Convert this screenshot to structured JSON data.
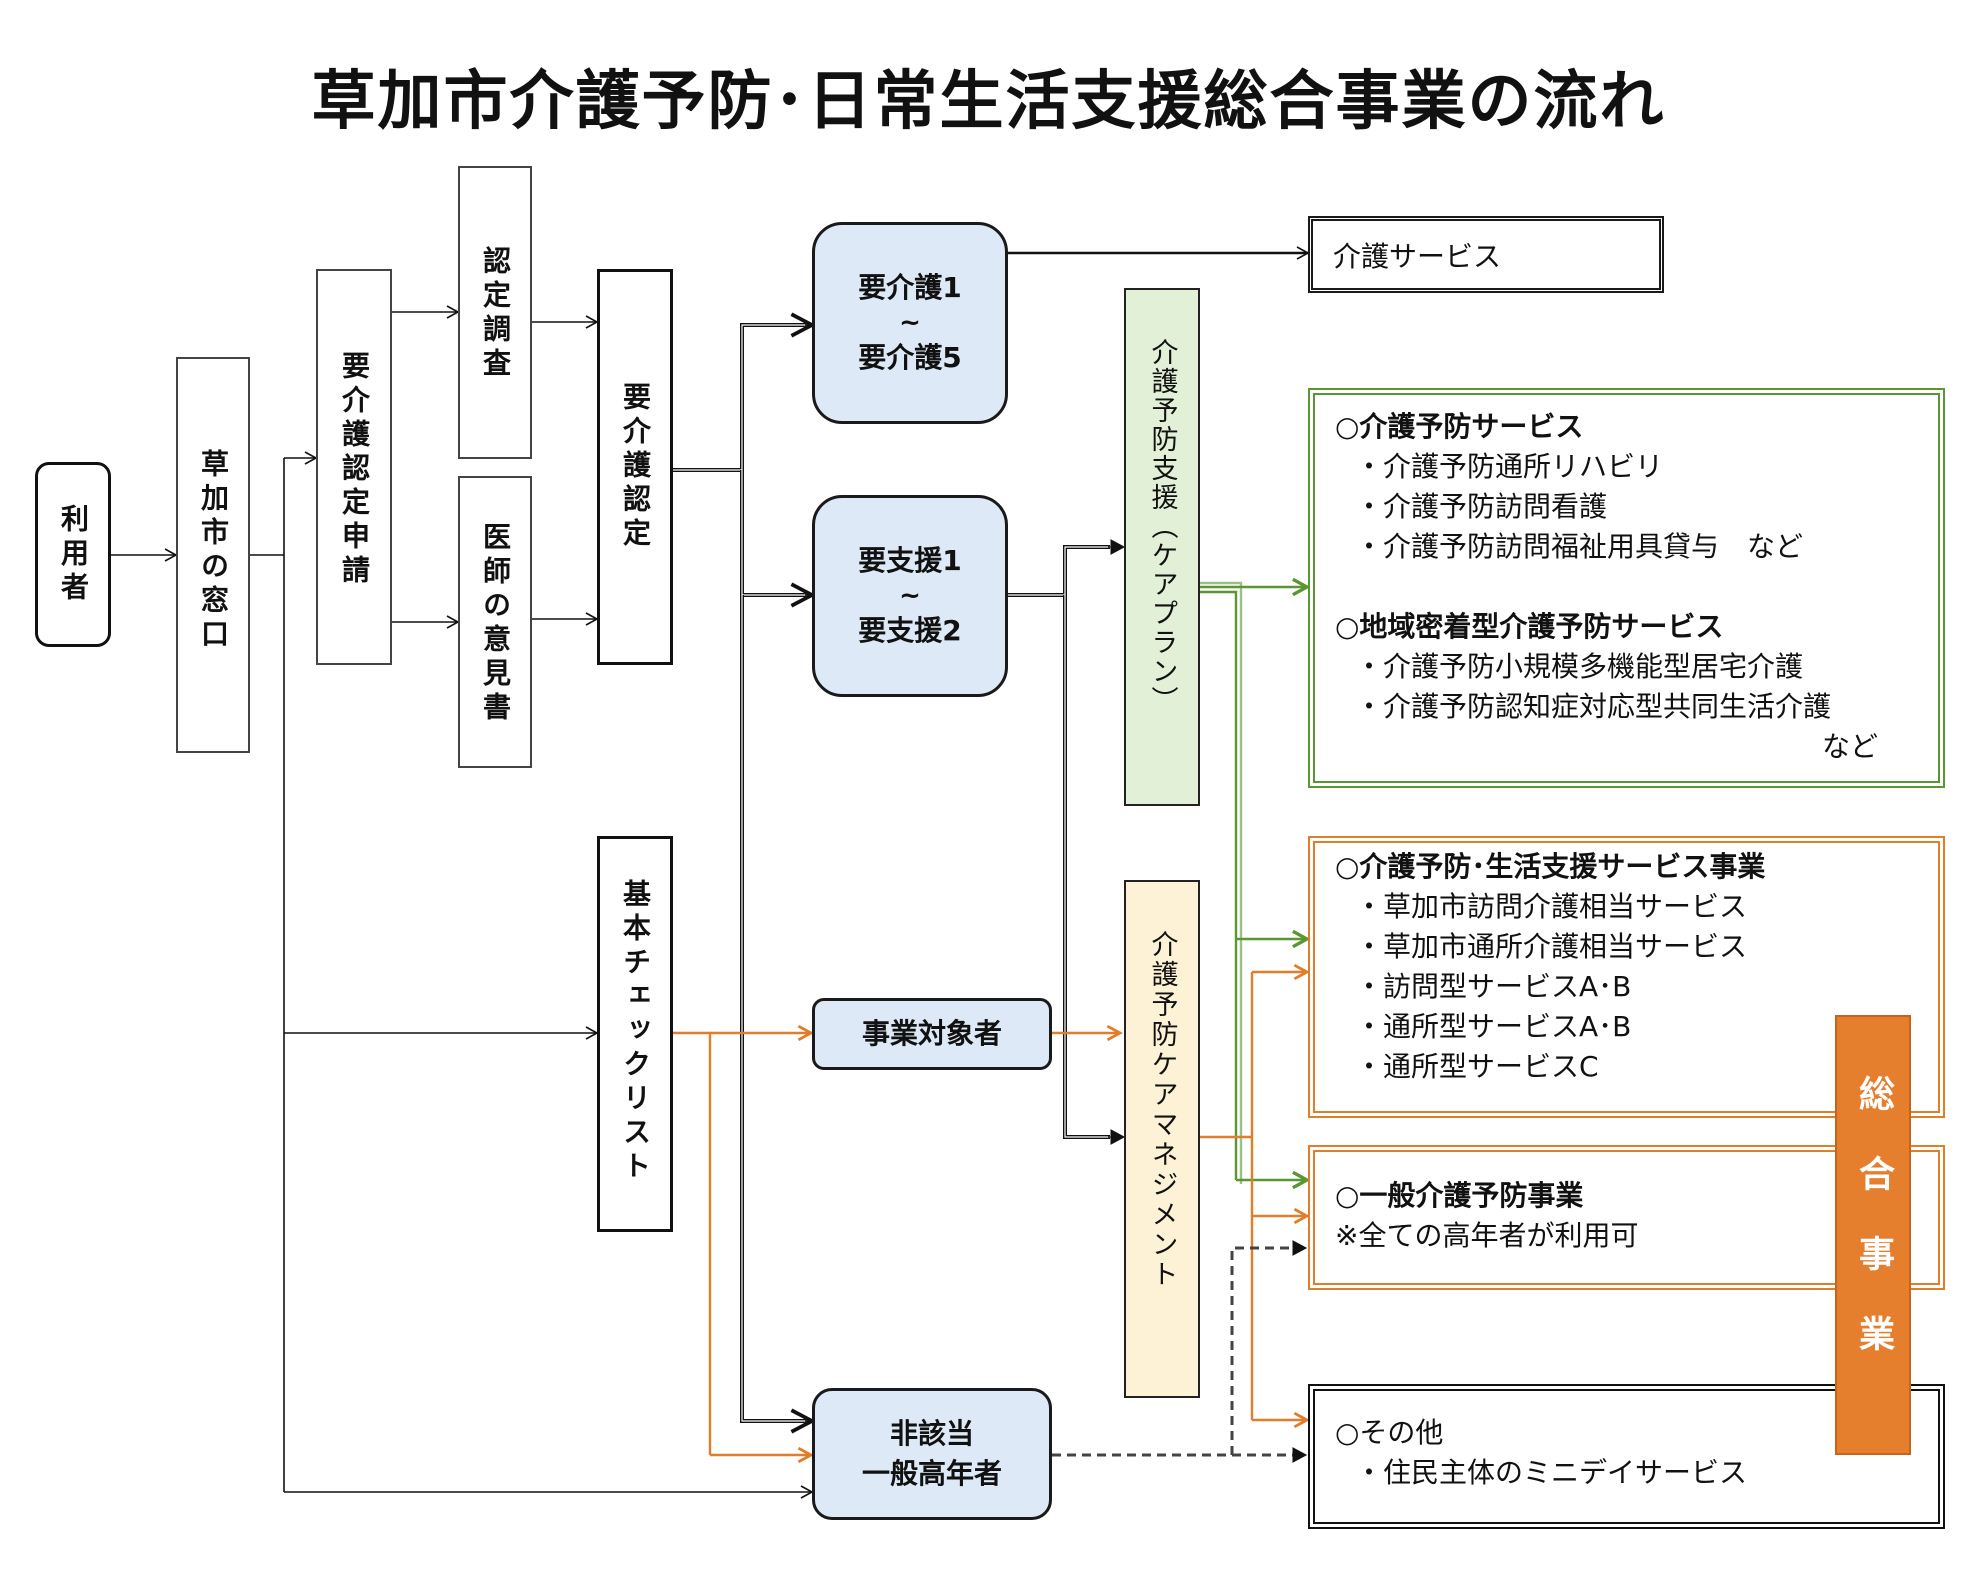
{
  "title": "草加市介護予防･日常生活支援総合事業の流れ",
  "nodes": {
    "user": "利用者",
    "window": "草加市の窓口",
    "application": "要介護認定申請",
    "survey": "認定調査",
    "doctor": "医師の意見書",
    "certification": "要介護認定",
    "checklist": "基本チェックリスト",
    "care": {
      "line1": "要介護1",
      "tilde": "~",
      "line2": "要介護5"
    },
    "support": {
      "line1": "要支援1",
      "tilde": "~",
      "line2": "要支援2"
    },
    "target": "事業対象者",
    "nonapplicable": {
      "line1": "非該当",
      "line2": "一般高年者"
    },
    "prevention_support": "介護予防支援（ケアプラン）",
    "care_management": "介護予防ケアマネジメント",
    "sogo": "総合事業"
  },
  "services": {
    "kaigo": "介護サービス",
    "yobo": {
      "head1": "○介護予防サービス",
      "items1": [
        "・介護予防通所リハビリ",
        "・介護予防訪問看護",
        "・介護予防訪問福祉用具貸与　など"
      ],
      "head2": "○地域密着型介護予防サービス",
      "items2": [
        "・介護予防小規模多機能型居宅介護",
        "・介護予防認知症対応型共同生活介護"
      ],
      "tail": "など"
    },
    "seikatsu": {
      "head": "○介護予防･生活支援サービス事業",
      "items": [
        "・草加市訪問介護相当サービス",
        "・草加市通所介護相当サービス",
        "・訪問型サービスA･B",
        "・通所型サービスA･B",
        "・通所型サービスC"
      ]
    },
    "ippan": {
      "head": "○一般介護予防事業",
      "note": "※全ての高年者が利用可"
    },
    "other": {
      "head": "○その他",
      "item": "・住民主体のミニデイサービス"
    }
  },
  "colors": {
    "black": "#111111",
    "green": "#5a9632",
    "orange": "#e27d2a",
    "box_blue": "#dde9f6",
    "box_green": "#e3f0d8",
    "box_yellow": "#fdf2d6",
    "sogo_orange": "#e57f2e"
  }
}
